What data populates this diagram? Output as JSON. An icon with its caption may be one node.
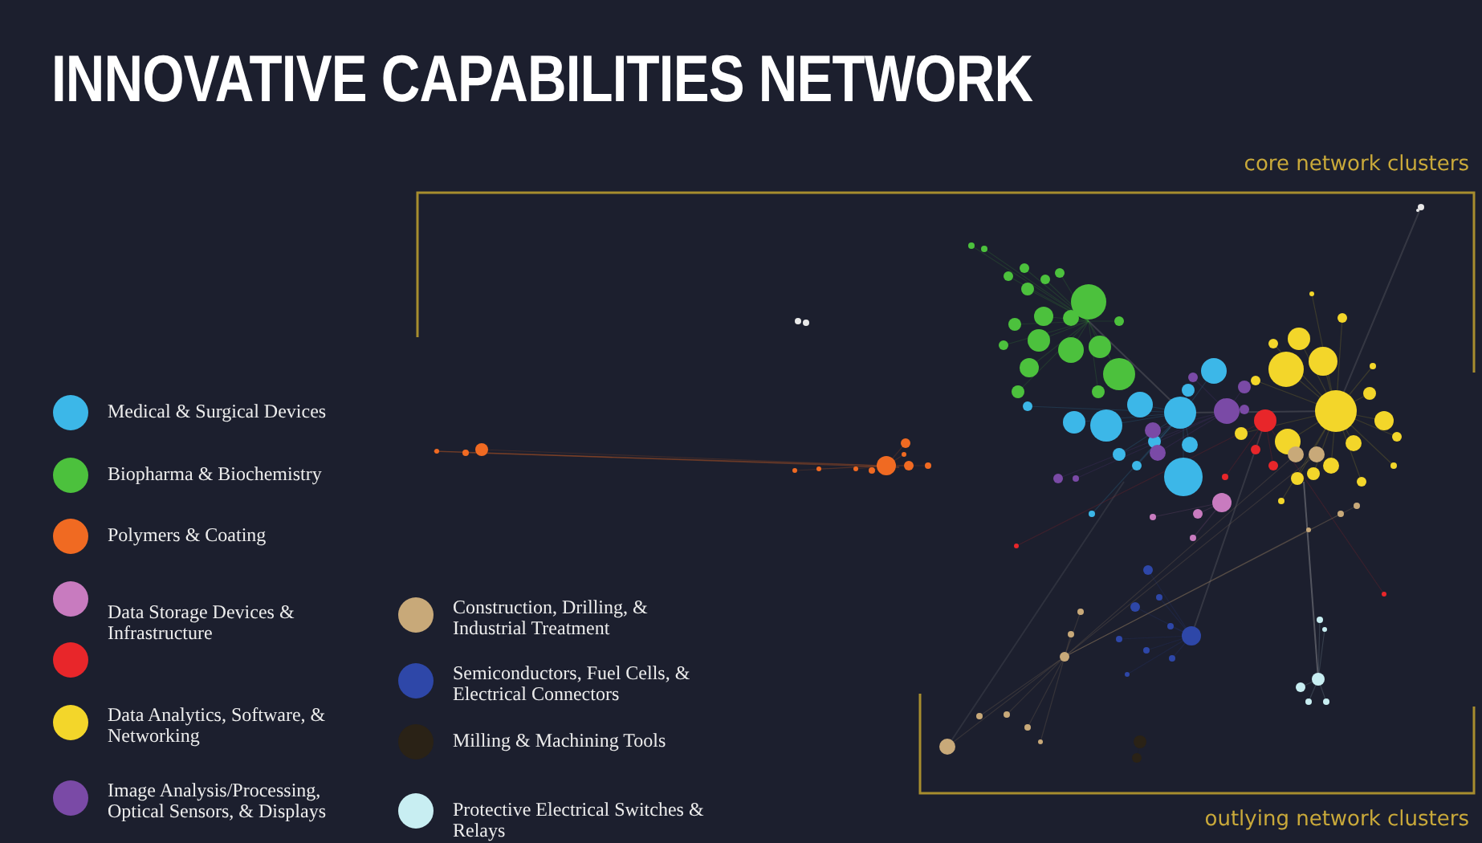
{
  "diagram": {
    "title": "INNOVATIVE CAPABILITIES NETWORK",
    "labels": [
      "core network clusters",
      "outlying network clusters"
    ],
    "legend": [
      {
        "text": "Medical & Surgical Devices",
        "color": "#3cb7e8"
      },
      {
        "text": "Biopharma & Biochemistry",
        "color": "#4cc13d"
      },
      {
        "text": "Polymers & Coating",
        "color": "#f06a22"
      },
      {
        "text": "Data Storage Devices & Infrastructure",
        "color": "#c87bbf"
      },
      {
        "text": "Data Analytics, Software, & Networking",
        "color": "#f3d62a"
      },
      {
        "text": "Image Analysis/Processing, Optical Sensors, & Displays",
        "color": "#7a4aa6"
      },
      {
        "text": "Construction, Drilling, & Industrial Treatment",
        "color": "#c8a979"
      },
      {
        "text": "Semiconductors, Fuel Cells, & Electrical Connectors",
        "color": "#2e47a8"
      },
      {
        "text": "Milling & Machining Tools",
        "color": "#2a2216"
      },
      {
        "text": "Protective Electrical Switches & Relays",
        "color": "#c8eef2"
      }
    ]
  }
}
